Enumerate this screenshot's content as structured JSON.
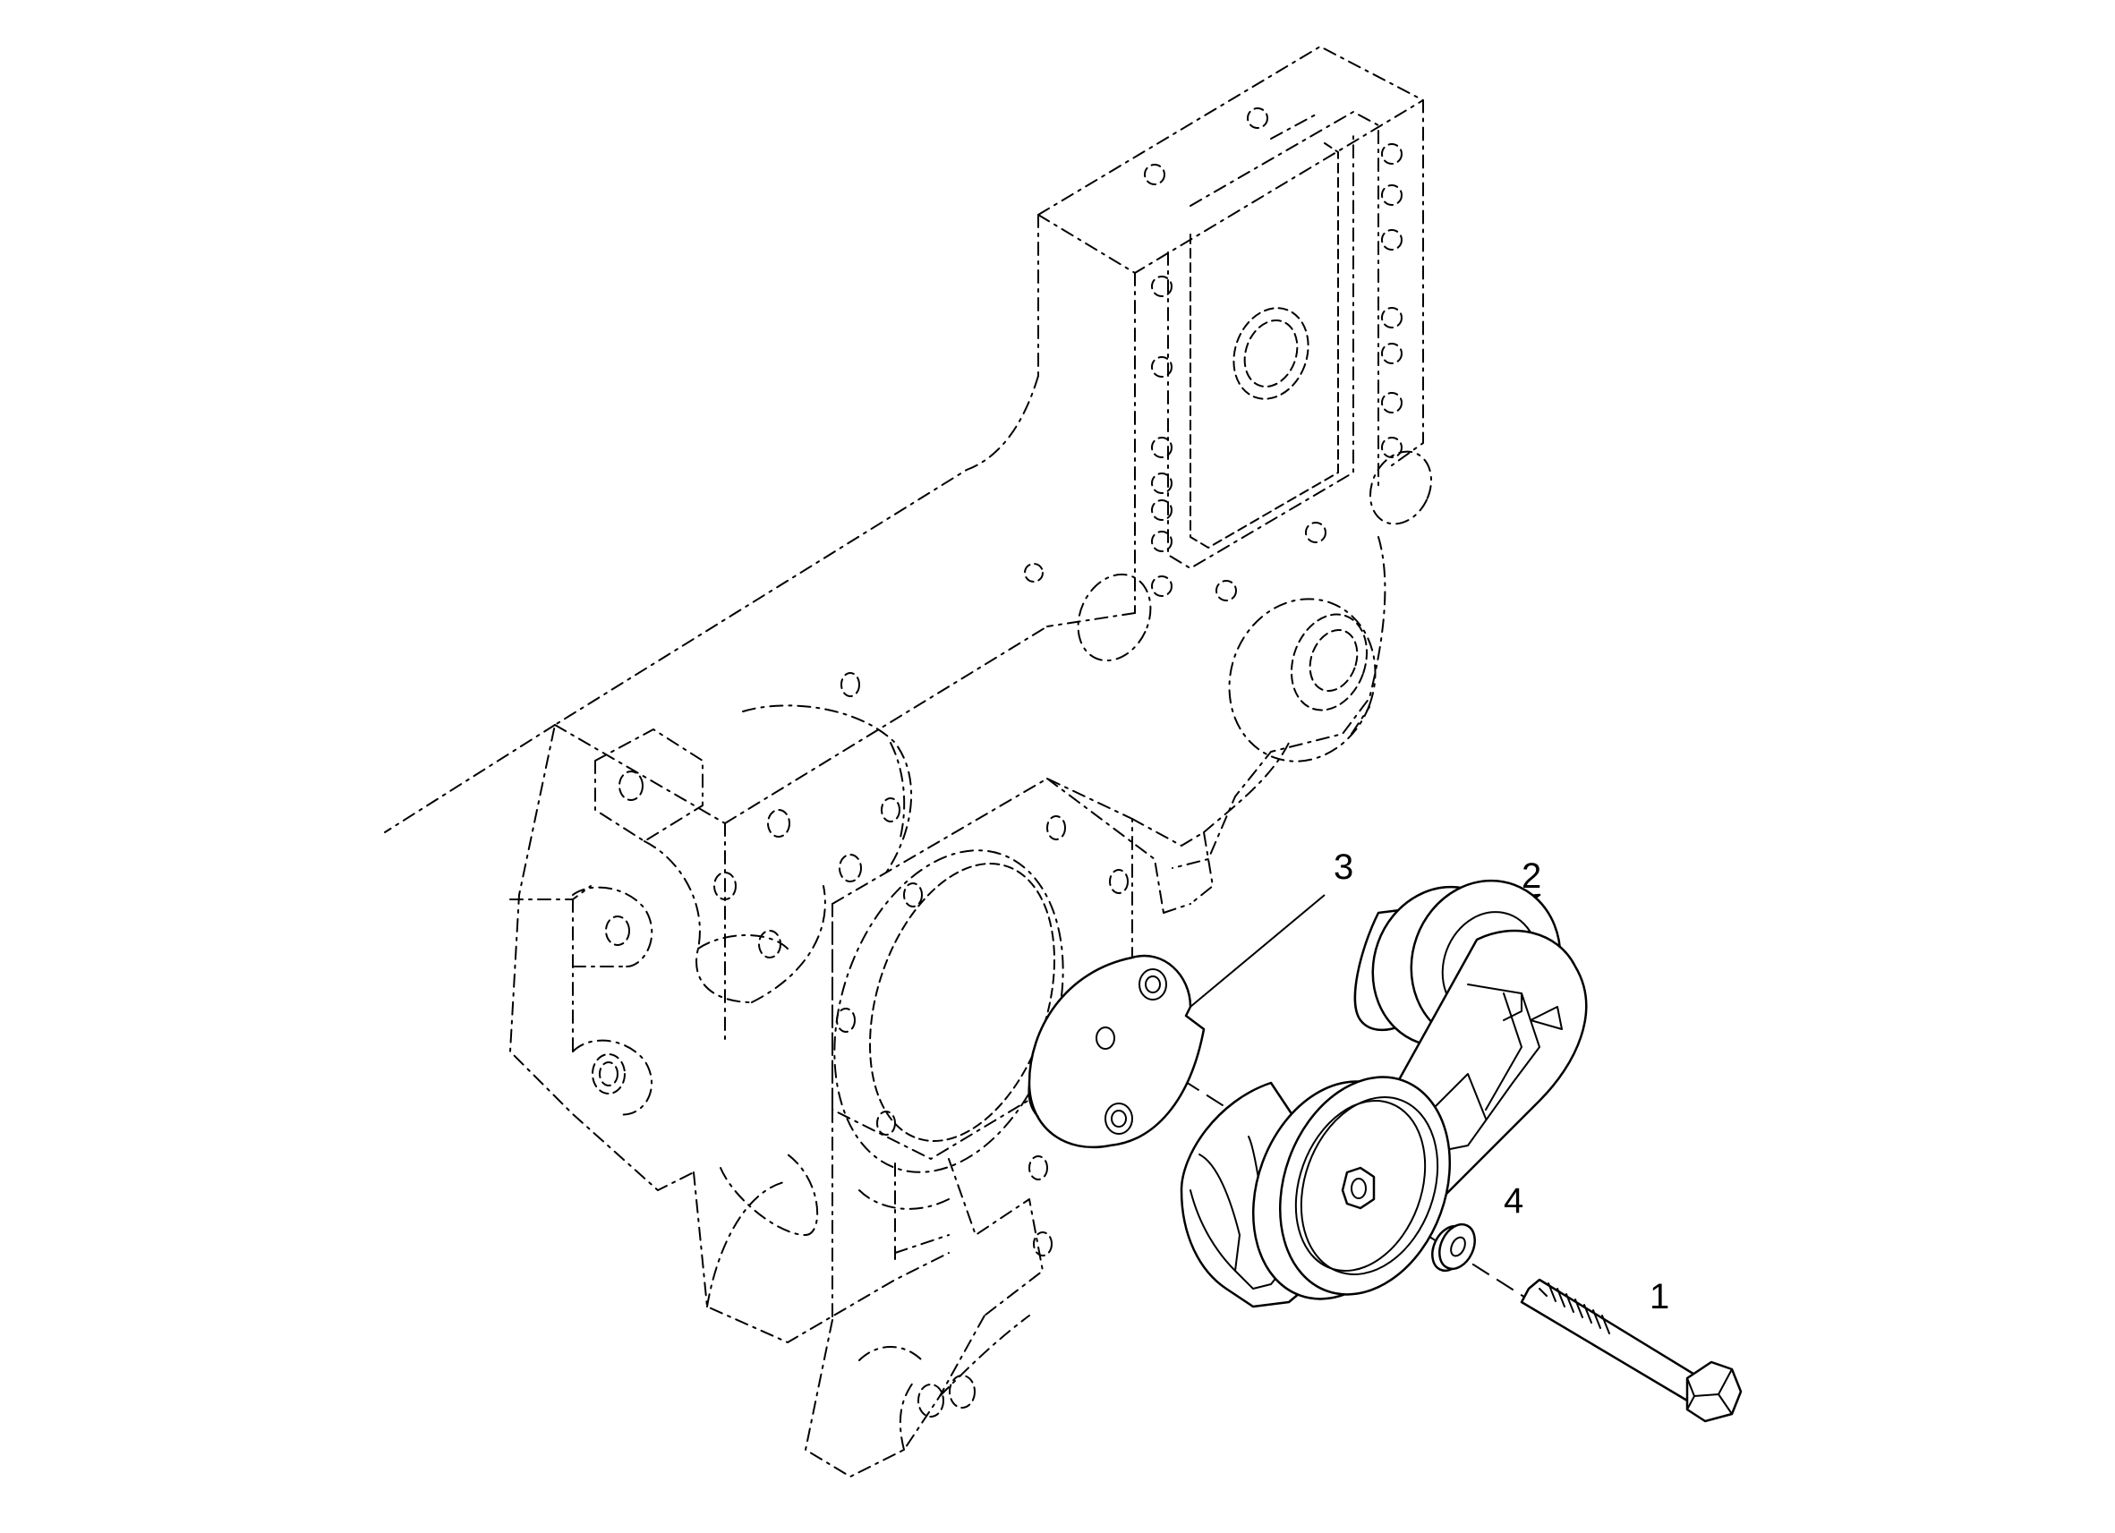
{
  "callouts": [
    {
      "id": "1",
      "label": "1"
    },
    {
      "id": "2",
      "label": "2"
    },
    {
      "id": "3",
      "label": "3"
    },
    {
      "id": "4",
      "label": "4"
    }
  ],
  "parts": {
    "bolt": "bolt-icon",
    "tensioner": "belt-tensioner-icon",
    "spacer": "spacer-plate-icon",
    "washer": "washer-icon",
    "housing": "gear-housing-icon"
  }
}
